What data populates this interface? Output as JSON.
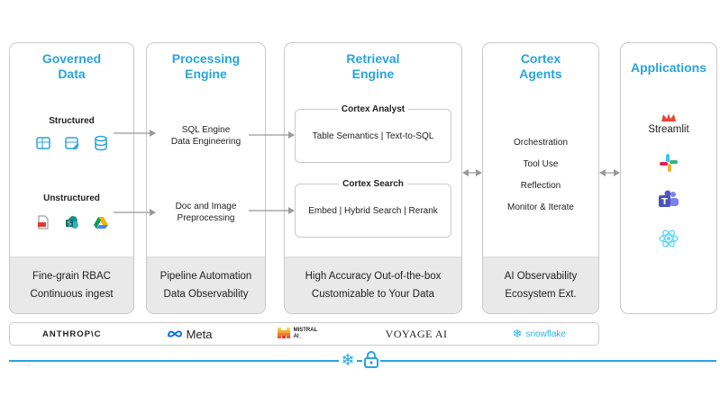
{
  "columns": {
    "governed": {
      "title": [
        "Governed",
        "Data"
      ],
      "structured_label": "Structured",
      "unstructured_label": "Unstructured",
      "footer": [
        "Fine-grain RBAC",
        "Continuous ingest"
      ]
    },
    "processing": {
      "title": [
        "Processing",
        "Engine"
      ],
      "item1": [
        "SQL Engine",
        "Data Engineering"
      ],
      "item2": [
        "Doc and Image",
        "Preprocessing"
      ],
      "footer": [
        "Pipeline Automation",
        "Data Observability"
      ]
    },
    "retrieval": {
      "title": [
        "Retrieval",
        "Engine"
      ],
      "box1": {
        "title": "Cortex Analyst",
        "content": "Table Semantics | Text-to-SQL"
      },
      "box2": {
        "title": "Cortex Search",
        "content": "Embed | Hybrid Search | Rerank"
      },
      "footer": [
        "High Accuracy Out-of-the-box",
        "Customizable to Your Data"
      ]
    },
    "agents": {
      "title": [
        "Cortex",
        "Agents"
      ],
      "items": [
        "Orchestration",
        "Tool Use",
        "Reflection",
        "Monitor & Iterate"
      ],
      "footer": [
        "AI Observability",
        "Ecosystem Ext."
      ]
    },
    "applications": {
      "title": "Applications",
      "streamlit_label": "Streamlit"
    }
  },
  "logos": {
    "anthropic": "ANTHROP\\C",
    "meta": "Meta",
    "mistral": "MISTRAL AI_",
    "voyage": "VOYAGE AI",
    "snowflake": "snowflake"
  },
  "footnote": "..",
  "colors": {
    "accent": "#29a3db",
    "footer_bg": "#e9e9e9",
    "border": "#c9c9c9"
  },
  "icons": [
    "table-icon",
    "table-edit-icon",
    "database-icon",
    "pdf-icon",
    "sharepoint-icon",
    "google-drive-icon",
    "streamlit-crown-icon",
    "slack-icon",
    "teams-icon",
    "react-icon",
    "snowflake-icon",
    "lock-icon"
  ]
}
